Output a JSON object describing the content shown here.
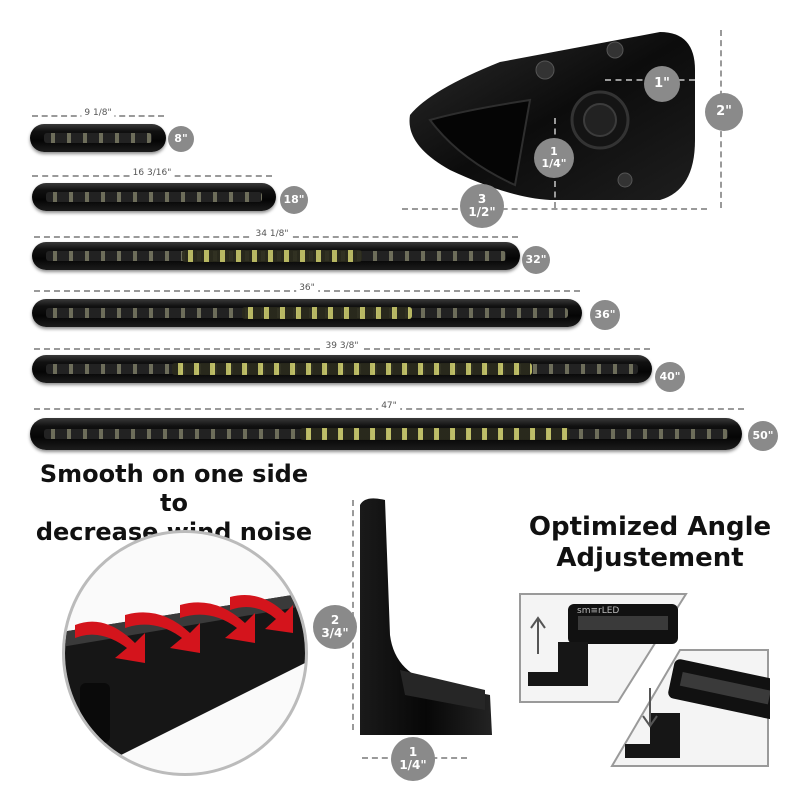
{
  "bars": [
    {
      "size_label": "8\"",
      "length_label": "9 1/8\""
    },
    {
      "size_label": "18\"",
      "length_label": "16 3/16\""
    },
    {
      "size_label": "32\"",
      "length_label": "34 1/8\""
    },
    {
      "size_label": "36\"",
      "length_label": "36\""
    },
    {
      "size_label": "40\"",
      "length_label": "39 3/8\""
    },
    {
      "size_label": "50\"",
      "length_label": "47\""
    }
  ],
  "end_cap": {
    "height_label": "2\"",
    "depth_label": "1\"",
    "hole_label": "1\n1/4\"",
    "width_label": "3\n1/2\""
  },
  "wind": {
    "heading": "Smooth on one side to\ndecrease wind noise"
  },
  "bracket": {
    "height_label": "2\n3/4\"",
    "width_label": "1\n1/4\""
  },
  "angle": {
    "heading": "Optimized Angle\nAdjustement",
    "brand_text": "sm≡rLED"
  },
  "colors": {
    "badge": "#8a8a8a",
    "arrow": "#d4141c",
    "dash": "#9a9a9a"
  }
}
